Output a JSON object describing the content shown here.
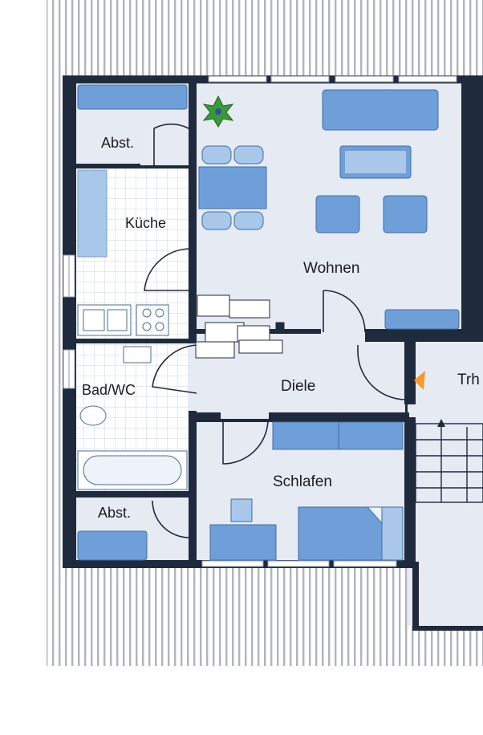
{
  "rooms": {
    "abst_top": "Abst.",
    "kueche": "Küche",
    "wohnen": "Wohnen",
    "bad": "Bad/WC",
    "diele": "Diele",
    "schlafen": "Schlafen",
    "abst_bottom": "Abst.",
    "trh": "Trh"
  },
  "colors": {
    "wall": "#1f2a3c",
    "floor": "#e6ebf3",
    "furniture": "#6f9fd8",
    "furniture_dark": "#3f6ea8",
    "furniture_light": "#a9c7e8",
    "tile_line": "#c3d2e6",
    "stripe": "#9aa3b0",
    "arrow": "#f29a2a",
    "plant": "#3a9a3a"
  }
}
